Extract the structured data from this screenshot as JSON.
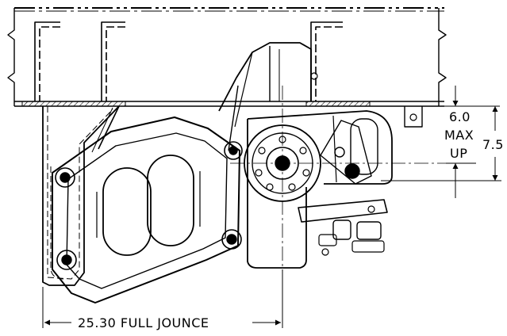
{
  "title": "",
  "dimensions": {
    "stroke_up": "6.0",
    "stroke_max": "MAX",
    "stroke_up_label": "UP",
    "total_height": "7.5",
    "jounce_length": "25.30 FULL JOUNCE"
  },
  "colors": {
    "line": "#000000",
    "background": "#ffffff"
  }
}
